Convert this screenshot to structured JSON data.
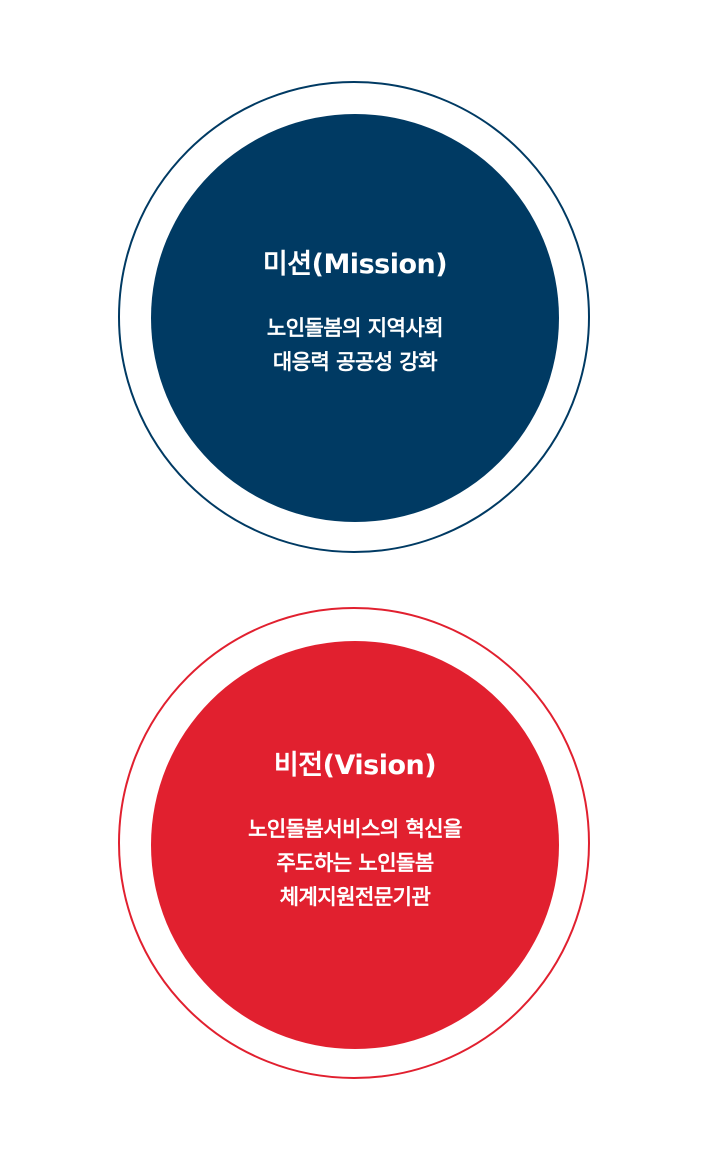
{
  "colors": {
    "mission": "#003a63",
    "vision": "#e1202f"
  },
  "mission": {
    "title": "미션(Mission)",
    "lines": [
      "노인돌봄의 지역사회",
      "대응력 공공성 강화"
    ]
  },
  "vision": {
    "title": "비전(Vision)",
    "lines": [
      "노인돌봄서비스의 혁신을",
      "주도하는 노인돌봄",
      "체계지원전문기관"
    ]
  }
}
